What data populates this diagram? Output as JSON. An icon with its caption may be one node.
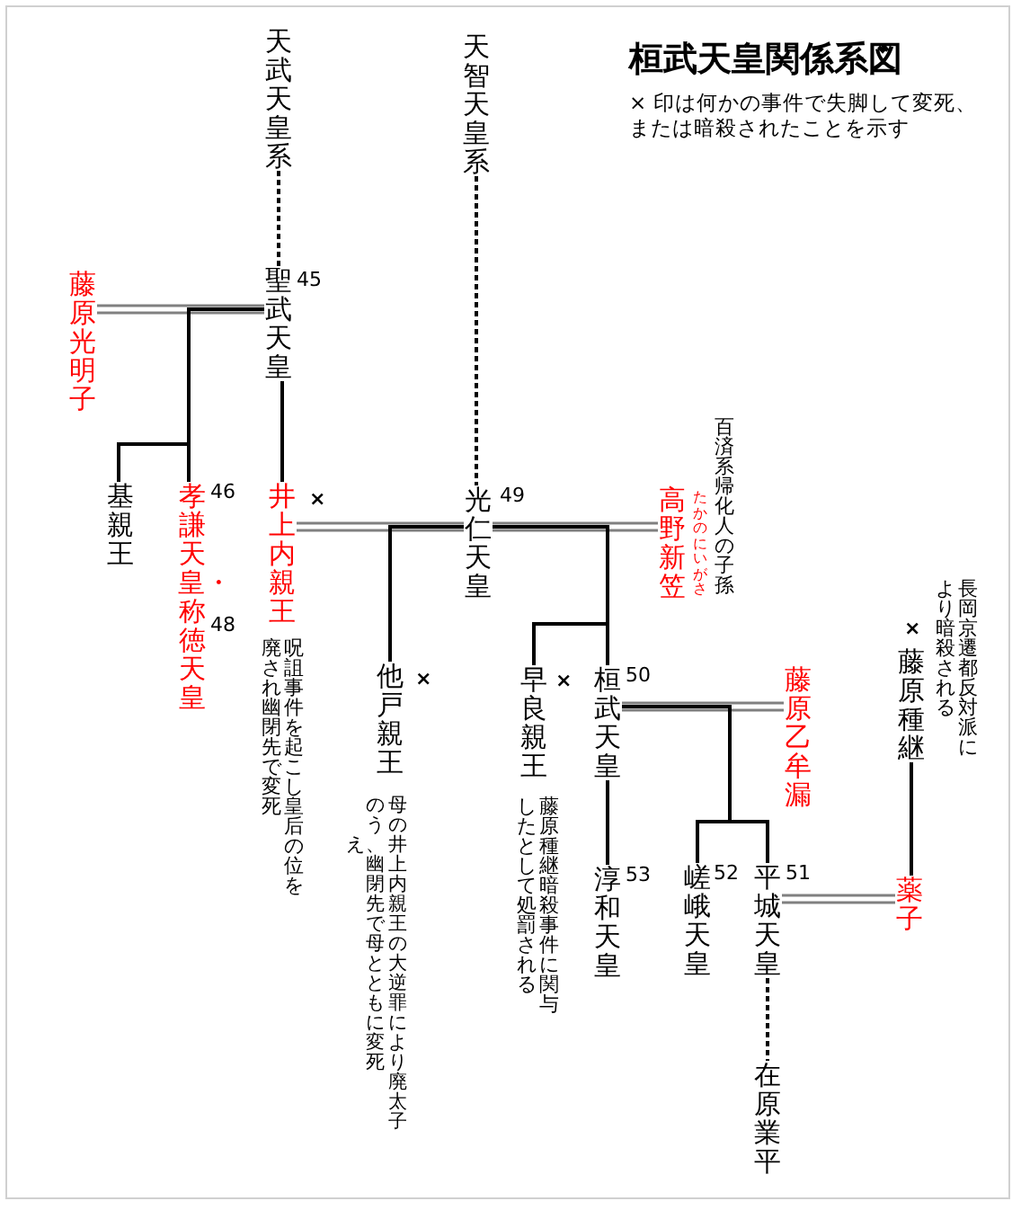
{
  "diagram": {
    "title": "桓武天皇関係系図",
    "nodes": [
      {
        "text": [
          "天武天皇系"
        ]
      },
      {
        "text": [
          "天智天皇系"
        ]
      },
      {
        "text": [
          "聖武天皇"
        ],
        "beside": [
          "45"
        ]
      },
      {
        "text": [
          "藤原光明子"
        ]
      },
      {
        "text": [
          "基親王"
        ]
      },
      {
        "text": [
          "孝謙天皇・称徳天皇"
        ],
        "beside": [
          "46",
          "48"
        ]
      },
      {
        "text": [
          "井上内親王"
        ],
        "beside": [
          "×",
          "呪詛事件を起こし皇后の位を廃され幽閉先で変死"
        ]
      },
      {
        "text": [
          "光仁天皇"
        ],
        "beside": [
          "49"
        ]
      },
      {
        "text": [
          "高野新笠"
        ],
        "beside": [
          "たかのにいがさ",
          "百済系帰化人の子孫"
        ]
      },
      {
        "text": [
          "他戸親王"
        ],
        "beside": [
          "×",
          "母の井上内親王の大逆罪により廃太子のうえ、幽閉先で母とともに変死"
        ]
      },
      {
        "text": [
          "早良親王"
        ],
        "beside": [
          "×",
          "藤原種継暗殺事件に関与したとして処罰される"
        ]
      },
      {
        "text": [
          "桓武天皇"
        ],
        "beside": [
          "50"
        ]
      },
      {
        "text": [
          "藤原乙牟漏"
        ]
      },
      {
        "text": [
          "藤原種継"
        ],
        "beside": [
          "×",
          "長岡京遷都反対派により暗殺される"
        ]
      },
      {
        "text": [
          "淳和天皇"
        ],
        "beside": [
          "53"
        ]
      },
      {
        "text": [
          "嵯峨天皇"
        ],
        "beside": [
          "52"
        ]
      },
      {
        "text": [
          "平城天皇"
        ],
        "beside": [
          "51"
        ]
      },
      {
        "text": [
          "薬子"
        ]
      },
      {
        "text": [
          "在原業平"
        ]
      }
    ],
    "edges": [
      {
        "from": 0,
        "to": 2,
        "arrow": "none",
        "style": "dashed"
      },
      {
        "from": 1,
        "to": 7,
        "arrow": "none",
        "style": "dashed"
      },
      {
        "from": 3,
        "to": 2,
        "arrow": "none",
        "color": "#808080"
      },
      {
        "from": 2,
        "to": 4,
        "arrow": "none"
      },
      {
        "from": 2,
        "to": 5,
        "arrow": "none"
      },
      {
        "from": 2,
        "to": 6,
        "arrow": "none"
      },
      {
        "from": 6,
        "to": 7,
        "arrow": "none",
        "color": "#808080"
      },
      {
        "from": 7,
        "to": 9,
        "arrow": "none"
      },
      {
        "from": 7,
        "to": 8,
        "arrow": "none",
        "color": "#808080"
      },
      {
        "from": 7,
        "to": 10,
        "arrow": "none"
      },
      {
        "from": 7,
        "to": 11,
        "arrow": "none"
      },
      {
        "from": 11,
        "to": 12,
        "arrow": "none",
        "color": "#808080"
      },
      {
        "from": 11,
        "to": 15,
        "arrow": "none"
      },
      {
        "from": 11,
        "to": 16,
        "arrow": "none"
      },
      {
        "from": 11,
        "to": 14,
        "arrow": "none"
      },
      {
        "from": 16,
        "to": 17,
        "arrow": "none",
        "color": "#808080"
      },
      {
        "from": 16,
        "to": 18,
        "arrow": "none",
        "style": "dashed"
      },
      {
        "from": 13,
        "to": 17,
        "arrow": "none"
      }
    ],
    "labels": [
      "× 印は何かの事件で失脚して変死、または暗殺されたことを示す"
    ]
  }
}
